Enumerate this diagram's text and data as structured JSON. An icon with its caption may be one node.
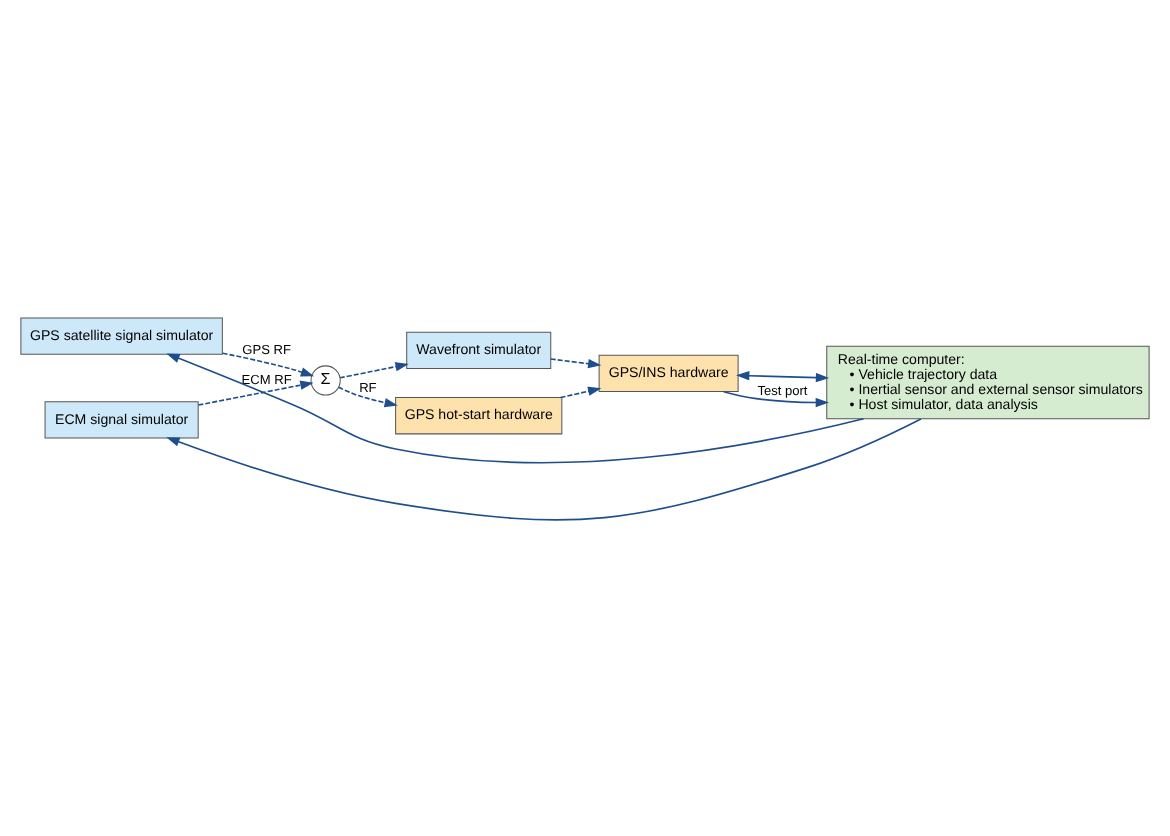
{
  "diagram": {
    "nodes": [
      {
        "text": [
          "GPS satellite signal simulator"
        ]
      },
      {
        "text": [
          "ECM signal simulator"
        ]
      },
      {
        "text": [
          "Σ"
        ]
      },
      {
        "text": [
          "Wavefront simulator"
        ]
      },
      {
        "text": [
          "GPS hot-start hardware"
        ]
      },
      {
        "text": [
          "GPS/INS hardware"
        ]
      },
      {
        "text": [
          "Real-time computer:",
          "• Vehicle trajectory data",
          "• Inertial sensor and external sensor simulators",
          "• Host simulator, data analysis"
        ]
      }
    ],
    "edges": [
      {
        "from": 0,
        "to": 2,
        "arrow": "to",
        "style": "dashed",
        "label": "GPS RF"
      },
      {
        "from": 1,
        "to": 2,
        "arrow": "to",
        "style": "dashed",
        "label": "ECM RF"
      },
      {
        "from": 2,
        "to": 4,
        "arrow": "to",
        "style": "dashed",
        "label": "RF"
      },
      {
        "from": 2,
        "to": 3,
        "arrow": "to",
        "style": "dashed"
      },
      {
        "from": 3,
        "to": 5,
        "arrow": "to",
        "style": "dashed"
      },
      {
        "from": 4,
        "to": 5,
        "arrow": "to",
        "style": "dashed"
      },
      {
        "from": 5,
        "to": 6,
        "arrow": "both"
      },
      {
        "from": 5,
        "to": 6,
        "arrow": "to",
        "label": "Test port"
      },
      {
        "from": 6,
        "to": 0,
        "arrow": "to"
      },
      {
        "from": 6,
        "to": 1,
        "arrow": "to"
      }
    ]
  }
}
